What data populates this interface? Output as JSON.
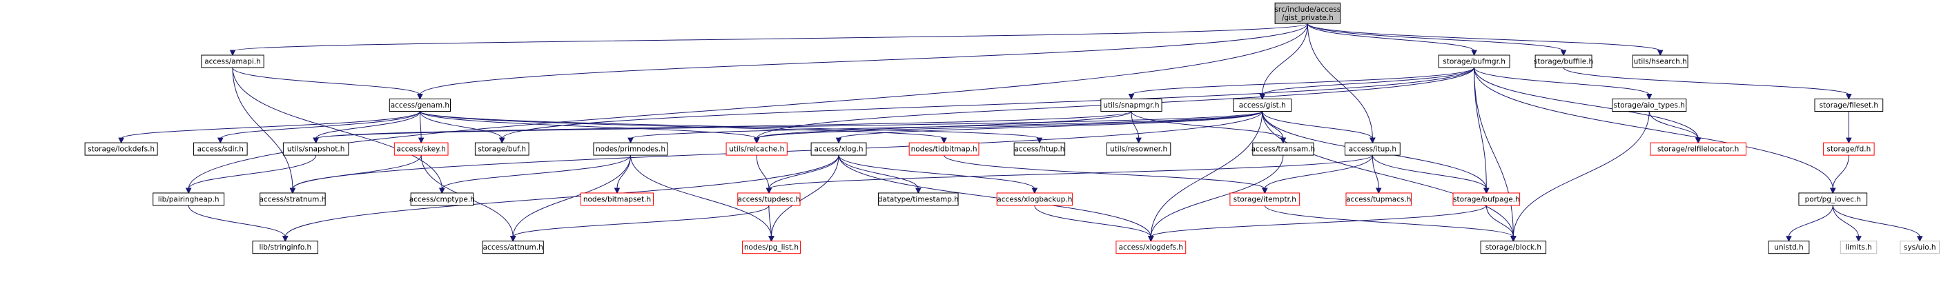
{
  "colors": {
    "edge": "#191970",
    "root_fill": "#bfbfbf",
    "node_border_documented": "#000000",
    "node_border_undocumented": "#ff0000",
    "node_border_system": "#bfbfbf"
  },
  "nodes": [
    {
      "id": "root",
      "lines": [
        "src/include/access",
        "/gist_private.h"
      ],
      "kind": "root"
    },
    {
      "id": "amapi",
      "lines": [
        "access/amapi.h"
      ],
      "kind": "doc"
    },
    {
      "id": "bufmgr",
      "lines": [
        "storage/bufmgr.h"
      ],
      "kind": "doc"
    },
    {
      "id": "buffile",
      "lines": [
        "storage/buffile.h"
      ],
      "kind": "doc"
    },
    {
      "id": "hsearch",
      "lines": [
        "utils/hsearch.h"
      ],
      "kind": "doc"
    },
    {
      "id": "genam",
      "lines": [
        "access/genam.h"
      ],
      "kind": "doc"
    },
    {
      "id": "snapmgr",
      "lines": [
        "utils/snapmgr.h"
      ],
      "kind": "doc"
    },
    {
      "id": "gist",
      "lines": [
        "access/gist.h"
      ],
      "kind": "doc"
    },
    {
      "id": "aio_types",
      "lines": [
        "storage/aio_types.h"
      ],
      "kind": "doc"
    },
    {
      "id": "fileset",
      "lines": [
        "storage/fileset.h"
      ],
      "kind": "doc"
    },
    {
      "id": "lockdefs",
      "lines": [
        "storage/lockdefs.h"
      ],
      "kind": "doc"
    },
    {
      "id": "sdir",
      "lines": [
        "access/sdir.h"
      ],
      "kind": "doc"
    },
    {
      "id": "snapshot",
      "lines": [
        "utils/snapshot.h"
      ],
      "kind": "doc"
    },
    {
      "id": "skey",
      "lines": [
        "access/skey.h"
      ],
      "kind": "undoc"
    },
    {
      "id": "buf",
      "lines": [
        "storage/buf.h"
      ],
      "kind": "doc"
    },
    {
      "id": "primnodes",
      "lines": [
        "nodes/primnodes.h"
      ],
      "kind": "doc"
    },
    {
      "id": "relcache",
      "lines": [
        "utils/relcache.h"
      ],
      "kind": "undoc"
    },
    {
      "id": "xlog",
      "lines": [
        "access/xlog.h"
      ],
      "kind": "doc"
    },
    {
      "id": "tidbitmap",
      "lines": [
        "nodes/tidbitmap.h"
      ],
      "kind": "undoc"
    },
    {
      "id": "htup",
      "lines": [
        "access/htup.h"
      ],
      "kind": "doc"
    },
    {
      "id": "resowner",
      "lines": [
        "utils/resowner.h"
      ],
      "kind": "doc"
    },
    {
      "id": "transam",
      "lines": [
        "access/transam.h"
      ],
      "kind": "doc"
    },
    {
      "id": "itup",
      "lines": [
        "access/itup.h"
      ],
      "kind": "doc"
    },
    {
      "id": "relfilelocator",
      "lines": [
        "storage/relfilelocator.h"
      ],
      "kind": "undoc"
    },
    {
      "id": "fd",
      "lines": [
        "storage/fd.h"
      ],
      "kind": "undoc"
    },
    {
      "id": "pairingheap",
      "lines": [
        "lib/pairingheap.h"
      ],
      "kind": "doc"
    },
    {
      "id": "stratnum",
      "lines": [
        "access/stratnum.h"
      ],
      "kind": "doc"
    },
    {
      "id": "cmptype",
      "lines": [
        "access/cmptype.h"
      ],
      "kind": "doc"
    },
    {
      "id": "bitmapset",
      "lines": [
        "nodes/bitmapset.h"
      ],
      "kind": "undoc"
    },
    {
      "id": "tupdesc",
      "lines": [
        "access/tupdesc.h"
      ],
      "kind": "undoc"
    },
    {
      "id": "timestamp",
      "lines": [
        "datatype/timestamp.h"
      ],
      "kind": "doc"
    },
    {
      "id": "xlogbackup",
      "lines": [
        "access/xlogbackup.h"
      ],
      "kind": "undoc"
    },
    {
      "id": "itemptr",
      "lines": [
        "storage/itemptr.h"
      ],
      "kind": "undoc"
    },
    {
      "id": "tupmacs",
      "lines": [
        "access/tupmacs.h"
      ],
      "kind": "undoc"
    },
    {
      "id": "bufpage",
      "lines": [
        "storage/bufpage.h"
      ],
      "kind": "undoc"
    },
    {
      "id": "pg_iovec",
      "lines": [
        "port/pg_iovec.h"
      ],
      "kind": "doc"
    },
    {
      "id": "stringinfo",
      "lines": [
        "lib/stringinfo.h"
      ],
      "kind": "doc"
    },
    {
      "id": "attnum",
      "lines": [
        "access/attnum.h"
      ],
      "kind": "doc"
    },
    {
      "id": "pg_list",
      "lines": [
        "nodes/pg_list.h"
      ],
      "kind": "undoc"
    },
    {
      "id": "xlogdefs",
      "lines": [
        "access/xlogdefs.h"
      ],
      "kind": "undoc"
    },
    {
      "id": "block",
      "lines": [
        "storage/block.h"
      ],
      "kind": "doc"
    },
    {
      "id": "unistd",
      "lines": [
        "unistd.h"
      ],
      "kind": "doc"
    },
    {
      "id": "limits",
      "lines": [
        "limits.h"
      ],
      "kind": "sys"
    },
    {
      "id": "sysuio",
      "lines": [
        "sys/uio.h"
      ],
      "kind": "sys"
    }
  ],
  "edges": [
    [
      "root",
      "amapi"
    ],
    [
      "root",
      "genam"
    ],
    [
      "root",
      "gist"
    ],
    [
      "root",
      "itup"
    ],
    [
      "root",
      "bufmgr"
    ],
    [
      "root",
      "buffile"
    ],
    [
      "root",
      "hsearch"
    ],
    [
      "root",
      "pairingheap"
    ],
    [
      "amapi",
      "genam"
    ],
    [
      "amapi",
      "stratnum"
    ],
    [
      "amapi",
      "cmptype"
    ],
    [
      "genam",
      "lockdefs"
    ],
    [
      "genam",
      "sdir"
    ],
    [
      "genam",
      "snapshot"
    ],
    [
      "genam",
      "skey"
    ],
    [
      "genam",
      "buf"
    ],
    [
      "genam",
      "relcache"
    ],
    [
      "genam",
      "tidbitmap"
    ],
    [
      "genam",
      "htup"
    ],
    [
      "bufmgr",
      "snapmgr"
    ],
    [
      "bufmgr",
      "gist"
    ],
    [
      "bufmgr",
      "aio_types"
    ],
    [
      "bufmgr",
      "relfilelocator"
    ],
    [
      "bufmgr",
      "pg_iovec"
    ],
    [
      "bufmgr",
      "bufpage"
    ],
    [
      "bufmgr",
      "block"
    ],
    [
      "bufmgr",
      "buf"
    ],
    [
      "bufmgr",
      "relcache"
    ],
    [
      "buffile",
      "fileset"
    ],
    [
      "fileset",
      "fd"
    ],
    [
      "fd",
      "pg_iovec"
    ],
    [
      "snapmgr",
      "snapshot"
    ],
    [
      "snapmgr",
      "resowner"
    ],
    [
      "snapmgr",
      "transam"
    ],
    [
      "snapmgr",
      "relcache"
    ],
    [
      "gist",
      "primnodes"
    ],
    [
      "gist",
      "relcache"
    ],
    [
      "gist",
      "xlog"
    ],
    [
      "gist",
      "transam"
    ],
    [
      "gist",
      "itup"
    ],
    [
      "gist",
      "bufpage"
    ],
    [
      "gist",
      "block"
    ],
    [
      "gist",
      "xlogdefs"
    ],
    [
      "gist",
      "stratnum"
    ],
    [
      "gist",
      "snapshot"
    ],
    [
      "aio_types",
      "relfilelocator"
    ],
    [
      "aio_types",
      "block"
    ],
    [
      "snapshot",
      "pairingheap"
    ],
    [
      "skey",
      "stratnum"
    ],
    [
      "skey",
      "attnum"
    ],
    [
      "primnodes",
      "bitmapset"
    ],
    [
      "primnodes",
      "cmptype"
    ],
    [
      "primnodes",
      "attnum"
    ],
    [
      "primnodes",
      "pg_list"
    ],
    [
      "relcache",
      "tupdesc"
    ],
    [
      "xlog",
      "tupdesc"
    ],
    [
      "xlog",
      "timestamp"
    ],
    [
      "xlog",
      "xlogbackup"
    ],
    [
      "xlog",
      "pg_list"
    ],
    [
      "xlog",
      "stringinfo"
    ],
    [
      "xlog",
      "xlogdefs"
    ],
    [
      "tidbitmap",
      "itemptr"
    ],
    [
      "transam",
      "xlogdefs"
    ],
    [
      "itup",
      "tupdesc"
    ],
    [
      "itup",
      "itemptr"
    ],
    [
      "itup",
      "tupmacs"
    ],
    [
      "itup",
      "bufpage"
    ],
    [
      "pairingheap",
      "stringinfo"
    ],
    [
      "tupdesc",
      "attnum"
    ],
    [
      "tupdesc",
      "pg_list"
    ],
    [
      "xlogbackup",
      "xlogdefs"
    ],
    [
      "itemptr",
      "block"
    ],
    [
      "bufpage",
      "xlogdefs"
    ],
    [
      "bufpage",
      "block"
    ],
    [
      "pg_iovec",
      "unistd"
    ],
    [
      "pg_iovec",
      "limits"
    ],
    [
      "pg_iovec",
      "sysuio"
    ]
  ]
}
